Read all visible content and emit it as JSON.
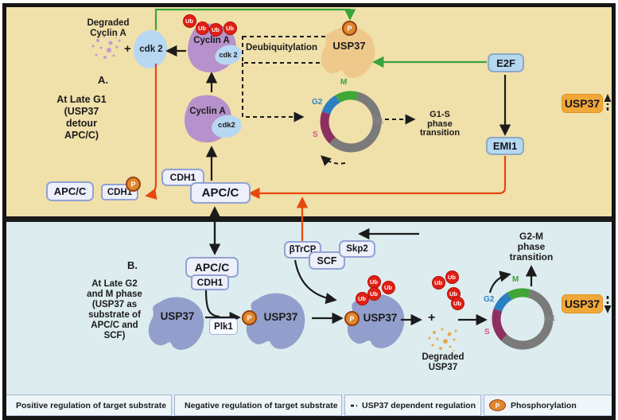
{
  "colors": {
    "panel_a_bg": "#f0e0aa",
    "panel_b_bg": "#ddecee",
    "positive": "#3aa33a",
    "negative": "#e8470e",
    "ubiquitin": "#e02015",
    "phospho": "#e0872e",
    "cycle_m": "#3fa637",
    "cycle_g2": "#2b7fc3",
    "cycle_s": "#8e2f62",
    "cycle_g1": "#7a7a7a"
  },
  "ub": "Ub",
  "p": "P",
  "cycle": {
    "m": "M",
    "g2": "G2",
    "s": "S",
    "g1": "G1"
  },
  "panel_a": {
    "label": "A.",
    "caption": [
      "At Late G1",
      "(USP37",
      "detour",
      "APC/C)"
    ],
    "degraded": [
      "Degraded",
      "Cyclin A"
    ],
    "plus": "+",
    "cdk2_free": "cdk 2",
    "cyclin_top": "Cyclin A",
    "cdk2_top": "cdk 2",
    "cyclin_mid": "Cyclin A",
    "cdk2_mid": "cdk2",
    "deubiquitylation": "Deubiquitylation",
    "usp37_blob": "USP37",
    "apc_left": "APC/C",
    "cdh1_p": "CDH1",
    "cdh1_main": "CDH1",
    "apc_main": "APC/C",
    "e2f": "E2F",
    "emi1": "EMI1",
    "usp37_up": "USP37",
    "g1s": [
      "G1-S",
      "phase",
      "transition"
    ]
  },
  "panel_b": {
    "label": "B.",
    "caption": [
      "At Late G2",
      "and M phase",
      "(USP37 as",
      "substrate of",
      "APC/C and",
      "SCF)"
    ],
    "apc": "APC/C",
    "cdh1": "CDH1",
    "usp37_1": "USP37",
    "plk1": "Plk1",
    "usp37_2": "USP37",
    "usp37_3": "USP37",
    "btrcp": "βTrCP",
    "scf": "SCF",
    "skp2": "Skp2",
    "plus": "+",
    "degraded": [
      "Degraded",
      "USP37"
    ],
    "g2m": [
      "G2-M",
      "phase",
      "transition"
    ],
    "usp37_down": "USP37"
  },
  "legend": [
    {
      "type": "green-arrow",
      "label": "Positive regulation of target substrate"
    },
    {
      "type": "red-arrow",
      "label": "Negative regulation of target substrate"
    },
    {
      "type": "dashed-arrow",
      "label": "USP37 dependent regulation"
    },
    {
      "type": "p-circle",
      "label": "Phosphorylation"
    }
  ]
}
